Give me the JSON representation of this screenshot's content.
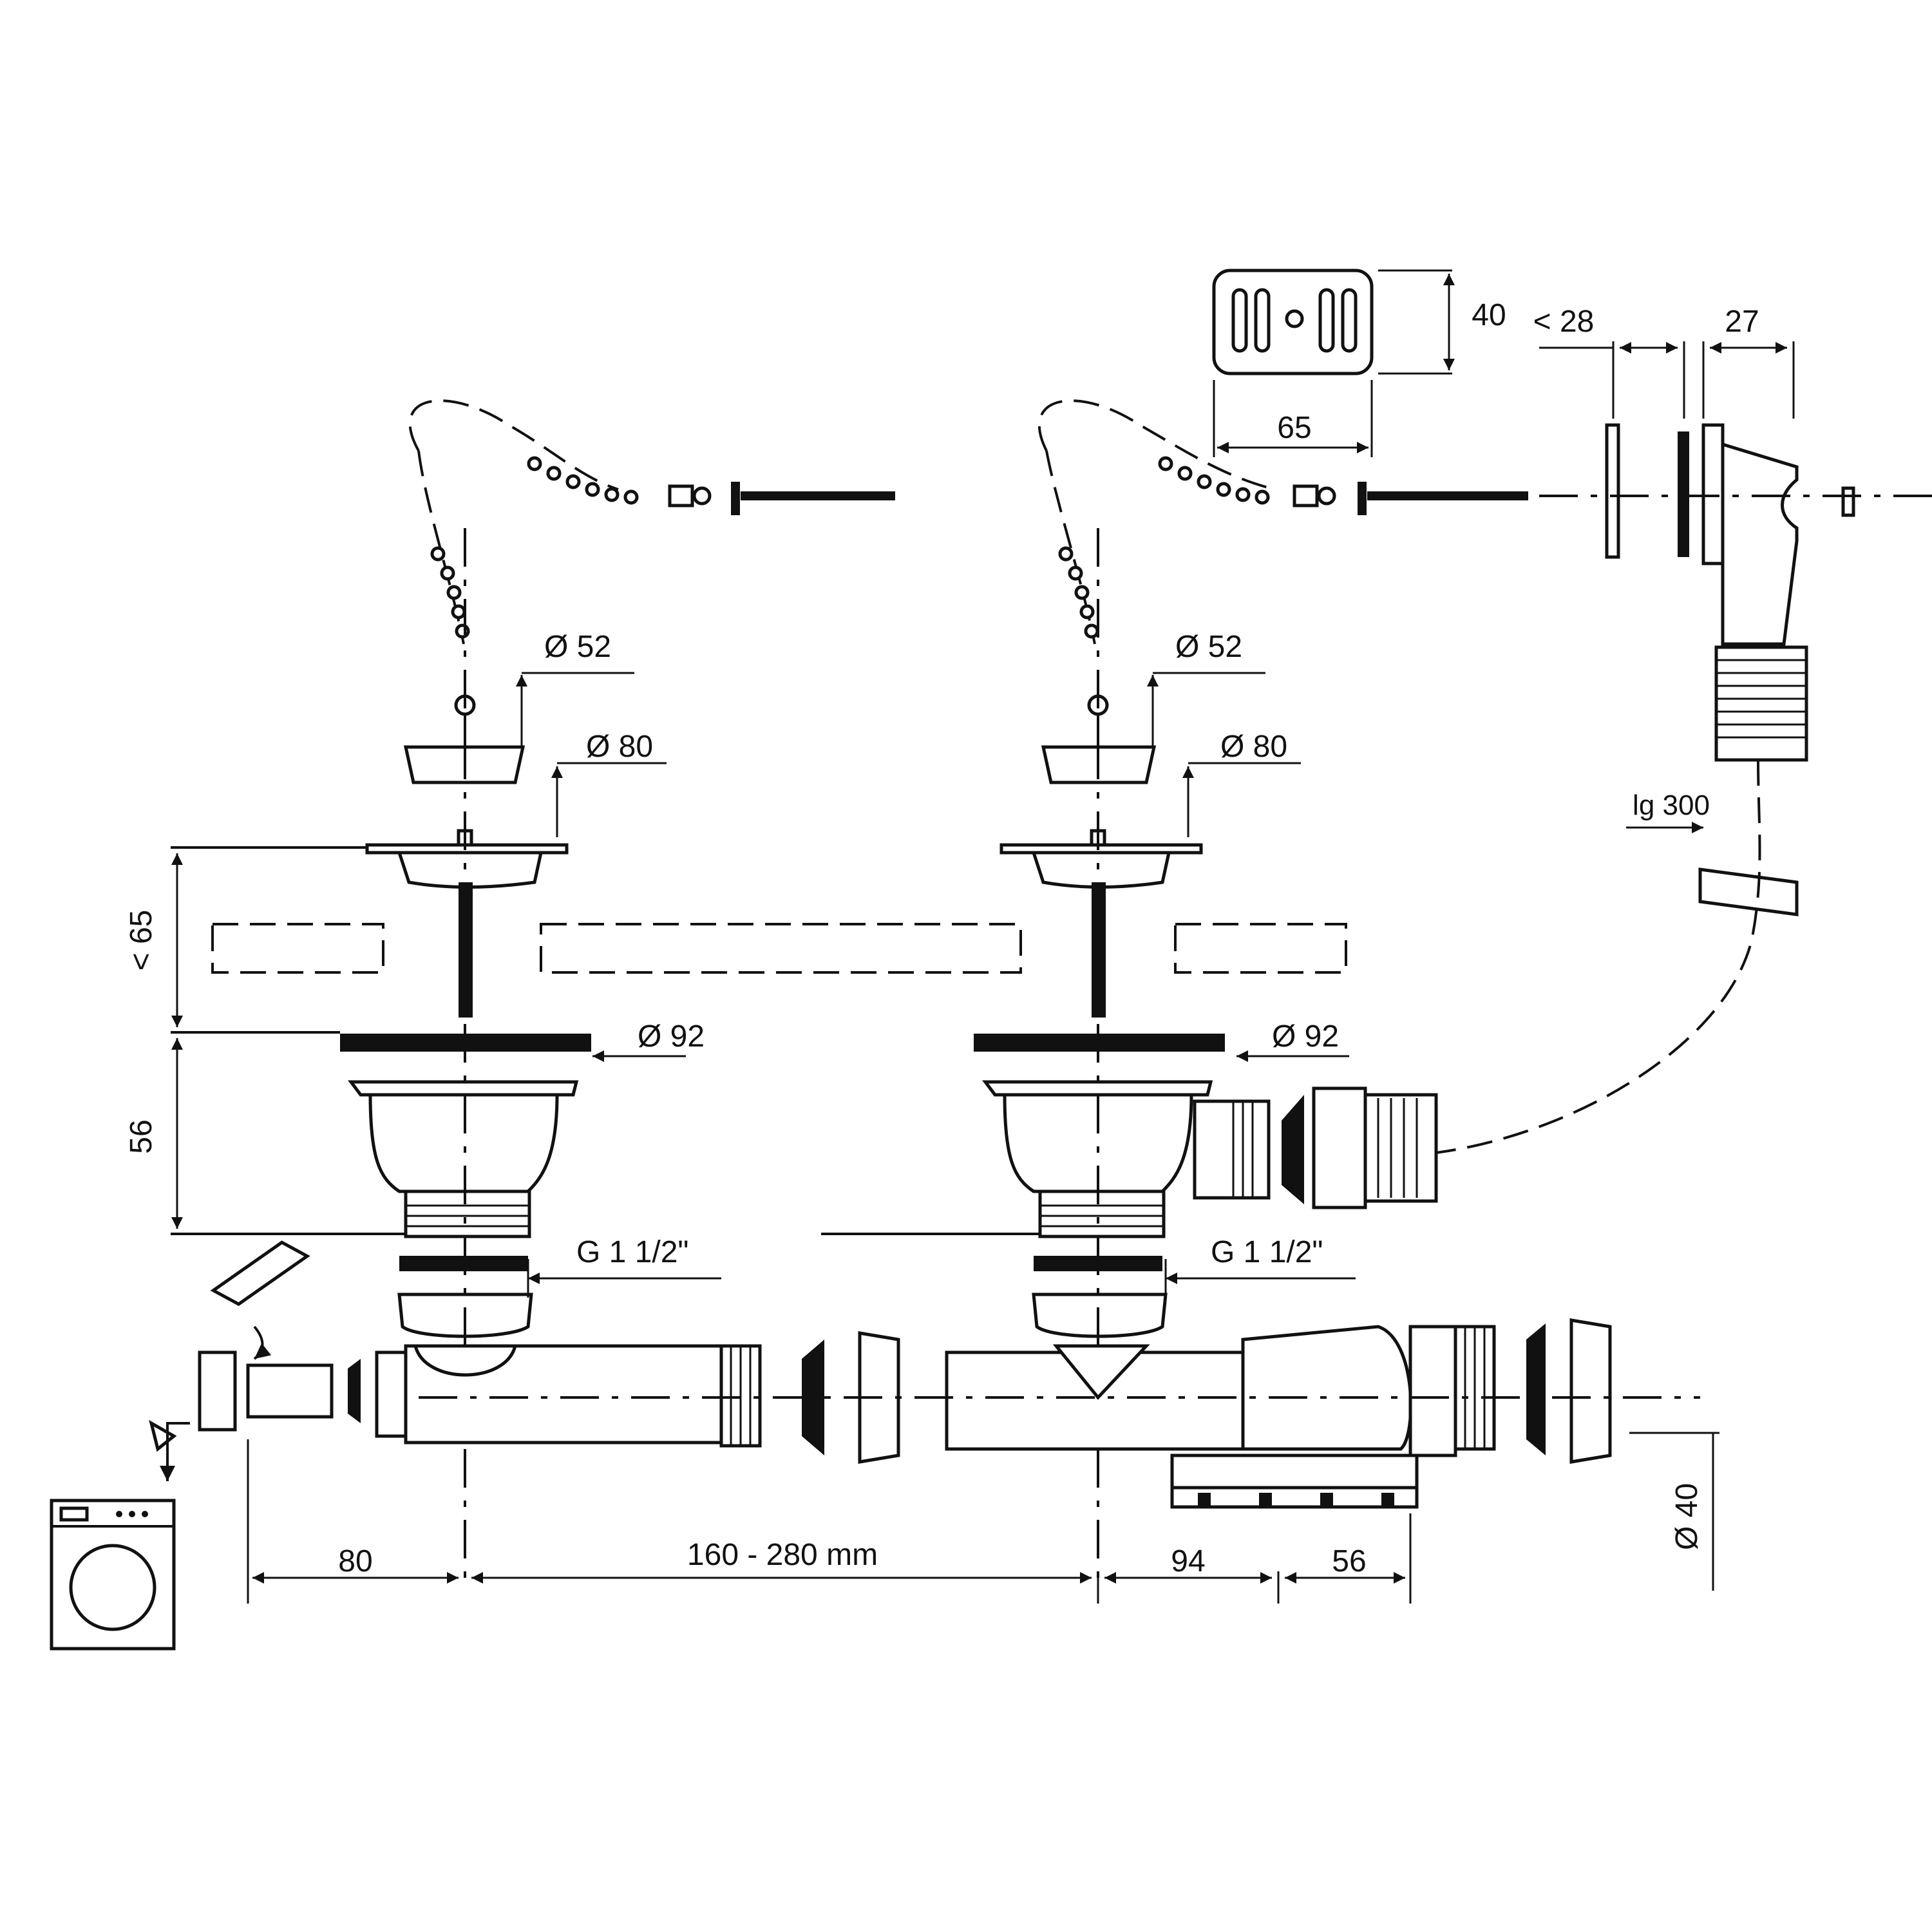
{
  "dimensions": {
    "d52_left": "Ø 52",
    "d80_left": "Ø 80",
    "d92_left": "Ø 92",
    "g_left": "G 1 1/2\"",
    "d52_right": "Ø 52",
    "d80_right": "Ø 80",
    "d92_right": "Ø 92",
    "g_right": "G 1 1/2\"",
    "height_top": "< 65",
    "height_bottom": "56",
    "width_80": "80",
    "spacing": "160 - 280 mm",
    "width_94": "94",
    "width_56": "56",
    "pipe_dia": "Ø 40",
    "overflow_w": "65",
    "overflow_h": "40",
    "wall_max": "< 28",
    "overflow_depth": "27",
    "hose_len": "lg 300"
  },
  "colors": {
    "line": "#111111",
    "background": "#ffffff"
  }
}
